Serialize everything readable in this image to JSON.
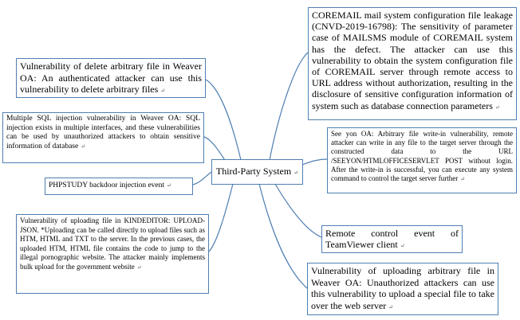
{
  "diagram": {
    "center": {
      "label": "Third-Party System"
    },
    "nodes": [
      {
        "id": "coremail",
        "text": "COREMAIL mail system configuration file leakage (CNVD-2019-16798): The sensitivity of parameter case of MAILSMS module of COREMAIL system has the defect. The attacker can use this vulnerability to obtain the system configuration file of COREMAIL server through remote access to URL address without authorization, resulting in the disclosure of sensitive configuration information of system such as database connection parameters"
      },
      {
        "id": "delete-file",
        "text": "Vulnerability of delete arbitrary file in Weaver OA: An authenticated attacker can use this vulnerability to delete arbitrary files"
      },
      {
        "id": "sql-injection",
        "text": "Multiple SQL injection vulnerability in Weaver OA: SQL injection exists in multiple interfaces, and these vulnerabilities can be used by unauthorized attackers to obtain sensitive information of database"
      },
      {
        "id": "seeyon",
        "text": "See yon OA: Arbitrary file write-in vulnerability, remote attacker can write in any file to the target server through the constructed data to the URL /SEEYON/HTMLOFFICESERVLET POST without login. After the write-in is successful, you can execute any system command to control the target server further"
      },
      {
        "id": "phpstudy",
        "text": "PHPSTUDY backdoor injection event"
      },
      {
        "id": "kindeditor",
        "text": "Vulnerability of uploading file in KINDEDITOR: UPLOAD-JSON. *Uploading can be called directly to upload files such as HTM, HTML and TXT to the server. In the previous cases, the uploaded HTM, HTML file contains the code to jump to the illegal pornographic website. The attacker mainly implements bulk upload for the government website"
      },
      {
        "id": "teamviewer",
        "text": "Remote control event of TeamViewer client"
      },
      {
        "id": "upload-file",
        "text": "Vulnerability of uploading arbitrary file in Weaver OA: Unauthorized attackers can use this vulnerability to upload a special file to take over the web server"
      }
    ],
    "colors": {
      "edge": "#4f7fb3",
      "border": "#4f7fb3"
    }
  }
}
